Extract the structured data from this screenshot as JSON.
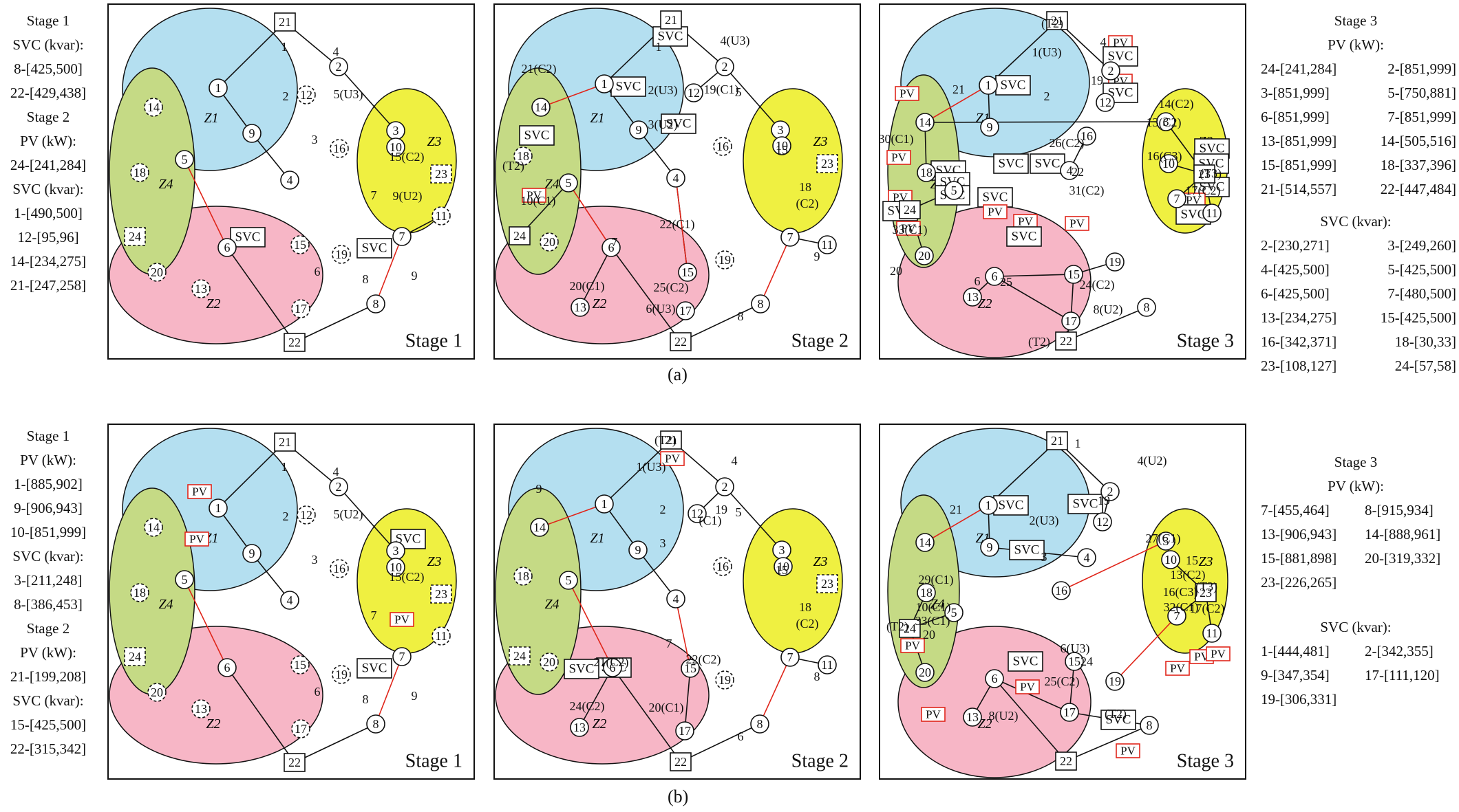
{
  "colors": {
    "Z1": "#b4dff0",
    "Z2": "#f7b6c6",
    "Z3": "#eff041",
    "Z4": "#c5da85",
    "tie_line": "#e0251a",
    "pv_border": "#e0251a",
    "line": "#111111"
  },
  "captions": {
    "a": "(a)",
    "b": "(b)"
  },
  "left_a": [
    "Stage 1",
    "SVC (kvar):",
    "8-[425,500]",
    "22-[429,438]",
    "Stage 2",
    "PV (kW):",
    "24-[241,284]",
    "SVC (kvar):",
    "1-[490,500]",
    "12-[95,96]",
    "14-[234,275]",
    "21-[247,258]"
  ],
  "right_a": {
    "title": "Stage 3",
    "pv_header": "PV (kW):",
    "pv": [
      [
        "24-[241,284]",
        "2-[851,999]"
      ],
      [
        "3-[851,999]",
        "5-[750,881]"
      ],
      [
        "6-[851,999]",
        "7-[851,999]"
      ],
      [
        "13-[851,999]",
        "14-[505,516]"
      ],
      [
        "15-[851,999]",
        "18-[337,396]"
      ],
      [
        "21-[514,557]",
        "22-[447,484]"
      ]
    ],
    "svc_header": "SVC (kvar):",
    "svc": [
      [
        "2-[230,271]",
        "3-[249,260]"
      ],
      [
        "4-[425,500]",
        "5-[425,500]"
      ],
      [
        "6-[425,500]",
        "7-[480,500]"
      ],
      [
        "13-[234,275]",
        "15-[425,500]"
      ],
      [
        "16-[342,371]",
        "18-[30,33]"
      ],
      [
        "23-[108,127]",
        "24-[57,58]"
      ]
    ]
  },
  "left_b": [
    "Stage 1",
    "PV (kW):",
    "1-[885,902]",
    "9-[906,943]",
    "10-[851,999]",
    "SVC (kvar):",
    "3-[211,248]",
    "8-[386,453]",
    "Stage 2",
    "PV (kW):",
    "21-[199,208]",
    "SVC (kvar):",
    "15-[425,500]",
    "22-[315,342]"
  ],
  "right_b": {
    "title": "Stage 3",
    "pv_header": "PV (kW):",
    "pv": [
      [
        "7-[455,464]",
        "8-[915,934]"
      ],
      [
        "13-[906,943]",
        "14-[888,961]"
      ],
      [
        "15-[881,898]",
        "20-[319,332]"
      ],
      [
        "23-[226,265]",
        ""
      ]
    ],
    "svc_header": "SVC (kvar):",
    "svc": [
      [
        "1-[444,481]",
        "2-[342,355]"
      ],
      [
        "9-[347,354]",
        "17-[111,120]"
      ],
      [
        "19-[306,331]",
        ""
      ]
    ]
  },
  "panels": [
    {
      "id": "a1",
      "stage": "Stage 1",
      "zones": [
        "Z1",
        "Z2",
        "Z3",
        "Z4"
      ],
      "nodes": [
        [
          "21",
          "sq"
        ],
        [
          "1",
          "c"
        ],
        [
          "2",
          "c"
        ],
        [
          "9",
          "c"
        ],
        [
          "4",
          "c"
        ],
        [
          "12",
          "d"
        ],
        [
          "16",
          "d"
        ],
        [
          "3",
          "c"
        ],
        [
          "10",
          "c"
        ],
        [
          "23",
          "ds"
        ],
        [
          "7",
          "c"
        ],
        [
          "11",
          "d"
        ],
        [
          "14",
          "d"
        ],
        [
          "18",
          "d"
        ],
        [
          "5",
          "c"
        ],
        [
          "24",
          "ds"
        ],
        [
          "20",
          "d"
        ],
        [
          "6",
          "c"
        ],
        [
          "15",
          "d"
        ],
        [
          "19",
          "d"
        ],
        [
          "13",
          "d"
        ],
        [
          "17",
          "d"
        ],
        [
          "8",
          "c"
        ],
        [
          "22",
          "sq"
        ]
      ],
      "devices": [
        [
          "SVC",
          "svc"
        ],
        [
          "SVC",
          "svc"
        ]
      ],
      "labels": [
        "1",
        "4",
        "2",
        "5(U3)",
        "3",
        "15(C2)",
        "9(U2)",
        "7",
        "6",
        "8",
        "9"
      ]
    },
    {
      "id": "a2",
      "stage": "Stage 2",
      "zones": [
        "Z1",
        "Z2",
        "Z3",
        "Z4"
      ],
      "nodes": [
        [
          "21",
          "sq"
        ],
        [
          "1",
          "c"
        ],
        [
          "2",
          "c"
        ],
        [
          "12",
          "c"
        ],
        [
          "9",
          "c"
        ],
        [
          "4",
          "c"
        ],
        [
          "16",
          "d"
        ],
        [
          "3",
          "c"
        ],
        [
          "10",
          "c"
        ],
        [
          "23",
          "ds"
        ],
        [
          "7",
          "c"
        ],
        [
          "11",
          "c"
        ],
        [
          "14",
          "c"
        ],
        [
          "18",
          "d"
        ],
        [
          "5",
          "c"
        ],
        [
          "24",
          "sq"
        ],
        [
          "20",
          "d"
        ],
        [
          "6",
          "c"
        ],
        [
          "13",
          "c"
        ],
        [
          "15",
          "c"
        ],
        [
          "19",
          "d"
        ],
        [
          "17",
          "c"
        ],
        [
          "8",
          "c"
        ],
        [
          "22",
          "sq"
        ]
      ],
      "devices": [
        [
          "SVC",
          "svc"
        ],
        [
          "SVC",
          "svc"
        ],
        [
          "SVC",
          "svc"
        ],
        [
          "SVC",
          "svc"
        ],
        [
          "PV",
          "pv"
        ]
      ],
      "labels": [
        "1",
        "4(U3)",
        "19(C1)",
        "2(U3)",
        "3(U2)",
        "5",
        "15",
        "18",
        "(C2)",
        "9",
        "21(C2)",
        "(T2)",
        "10(C1)",
        "7",
        "22(C1)",
        "20(C1)",
        "25(C2)",
        "6(U3)",
        "8"
      ]
    },
    {
      "id": "a3",
      "stage": "Stage 3",
      "zones": [
        "Z1",
        "Z2",
        "Z3",
        "Z4"
      ],
      "nodes": [
        [
          "21",
          "sq"
        ],
        [
          "1",
          "c"
        ],
        [
          "2",
          "c"
        ],
        [
          "12",
          "c"
        ],
        [
          "9",
          "c"
        ],
        [
          "16",
          "c"
        ],
        [
          "4",
          "c"
        ],
        [
          "3",
          "c"
        ],
        [
          "10",
          "c"
        ],
        [
          "23",
          "sq"
        ],
        [
          "7",
          "c"
        ],
        [
          "11",
          "c"
        ],
        [
          "14",
          "c"
        ],
        [
          "18",
          "c"
        ],
        [
          "5",
          "c"
        ],
        [
          "24",
          "sq"
        ],
        [
          "20",
          "c"
        ],
        [
          "6",
          "c"
        ],
        [
          "13",
          "c"
        ],
        [
          "15",
          "c"
        ],
        [
          "19",
          "c"
        ],
        [
          "17",
          "c"
        ],
        [
          "8",
          "c"
        ],
        [
          "22",
          "sq"
        ]
      ],
      "devices": [
        [
          "SVC",
          "svc"
        ],
        [
          "PV",
          "pv"
        ],
        [
          "SVC",
          "svc"
        ],
        [
          "PV",
          "pv"
        ],
        [
          "SVC",
          "svc"
        ],
        [
          "SVC",
          "svc"
        ],
        [
          "SVC",
          "svc"
        ],
        [
          "SVC",
          "svc"
        ],
        [
          "SVC",
          "svc"
        ],
        [
          "SVC",
          "svc"
        ],
        [
          "PV",
          "pv"
        ],
        [
          "SVC",
          "svc"
        ],
        [
          "PV",
          "pv"
        ],
        [
          "PV",
          "pv"
        ],
        [
          "SVC",
          "svc"
        ],
        [
          "PV",
          "pv"
        ],
        [
          "SVC",
          "svc"
        ],
        [
          "SVC",
          "svc"
        ],
        [
          "PV",
          "pv"
        ],
        [
          "SVC",
          "svc"
        ],
        [
          "PV",
          "pv"
        ],
        [
          "SVC",
          "svc"
        ],
        [
          "PV",
          "pv"
        ],
        [
          "PV",
          "pv"
        ],
        [
          "SVC",
          "svc"
        ],
        [
          "PV",
          "pv"
        ]
      ],
      "labels": [
        "(T2)",
        "4",
        "1(U3)",
        "19",
        "2",
        "26(C2)",
        "14(C2)",
        "13(C2)",
        "16(C3)",
        "(T3)",
        "17(C2)",
        "21",
        "30(C1)",
        "33(C1)",
        "22",
        "31(C2)",
        "20",
        "6",
        "25",
        "24(C2)",
        "8(U2)",
        "(T2)"
      ]
    },
    {
      "id": "b1",
      "stage": "Stage 1",
      "zones": [
        "Z1",
        "Z2",
        "Z3",
        "Z4"
      ],
      "nodes": [
        [
          "21",
          "sq"
        ],
        [
          "1",
          "c"
        ],
        [
          "2",
          "c"
        ],
        [
          "9",
          "c"
        ],
        [
          "4",
          "c"
        ],
        [
          "12",
          "d"
        ],
        [
          "16",
          "d"
        ],
        [
          "3",
          "c"
        ],
        [
          "10",
          "c"
        ],
        [
          "23",
          "ds"
        ],
        [
          "7",
          "c"
        ],
        [
          "11",
          "d"
        ],
        [
          "14",
          "d"
        ],
        [
          "18",
          "d"
        ],
        [
          "5",
          "c"
        ],
        [
          "24",
          "ds"
        ],
        [
          "20",
          "d"
        ],
        [
          "6",
          "c"
        ],
        [
          "15",
          "d"
        ],
        [
          "19",
          "d"
        ],
        [
          "13",
          "d"
        ],
        [
          "17",
          "d"
        ],
        [
          "8",
          "c"
        ],
        [
          "22",
          "sq"
        ]
      ],
      "devices": [
        [
          "PV",
          "pv"
        ],
        [
          "PV",
          "pv"
        ],
        [
          "SVC",
          "svc"
        ],
        [
          "PV",
          "pv"
        ],
        [
          "SVC",
          "svc"
        ]
      ],
      "labels": [
        "1",
        "4",
        "2",
        "5(U2)",
        "3",
        "15(C2)",
        "7",
        "6",
        "8",
        "9"
      ]
    },
    {
      "id": "b2",
      "stage": "Stage 2",
      "zones": [
        "Z1",
        "Z2",
        "Z3",
        "Z4"
      ],
      "nodes": [
        [
          "21",
          "sq"
        ],
        [
          "1",
          "c"
        ],
        [
          "2",
          "c"
        ],
        [
          "12",
          "c"
        ],
        [
          "9",
          "c"
        ],
        [
          "4",
          "c"
        ],
        [
          "16",
          "d"
        ],
        [
          "3",
          "c"
        ],
        [
          "10",
          "c"
        ],
        [
          "23",
          "ds"
        ],
        [
          "7",
          "c"
        ],
        [
          "11",
          "c"
        ],
        [
          "14",
          "c"
        ],
        [
          "18",
          "d"
        ],
        [
          "5",
          "c"
        ],
        [
          "24",
          "ds"
        ],
        [
          "20",
          "d"
        ],
        [
          "6",
          "c"
        ],
        [
          "13",
          "c"
        ],
        [
          "15",
          "c"
        ],
        [
          "19",
          "d"
        ],
        [
          "17",
          "c"
        ],
        [
          "8",
          "c"
        ],
        [
          "22",
          "sq"
        ]
      ],
      "devices": [
        [
          "PV",
          "pv"
        ],
        [
          "SVC",
          "svc"
        ],
        [
          "SVC",
          "svc"
        ]
      ],
      "labels": [
        "(T2)",
        "1(U3)",
        "4",
        "19",
        "(C1)",
        "2",
        "3",
        "5",
        "15",
        "18",
        "(C2)",
        "9",
        "21(C2)",
        "7",
        "22(C2)",
        "24(C2)",
        "20(C1)",
        "6",
        "8"
      ]
    },
    {
      "id": "b3",
      "stage": "Stage 3",
      "zones": [
        "Z1",
        "Z2",
        "Z3",
        "Z4"
      ],
      "nodes": [
        [
          "21",
          "sq"
        ],
        [
          "1",
          "c"
        ],
        [
          "2",
          "c"
        ],
        [
          "12",
          "c"
        ],
        [
          "9",
          "c"
        ],
        [
          "4",
          "c"
        ],
        [
          "16",
          "c"
        ],
        [
          "3",
          "c"
        ],
        [
          "10",
          "c"
        ],
        [
          "23",
          "sq"
        ],
        [
          "7",
          "c"
        ],
        [
          "11",
          "c"
        ],
        [
          "14",
          "c"
        ],
        [
          "18",
          "c"
        ],
        [
          "5",
          "c"
        ],
        [
          "24",
          "sq"
        ],
        [
          "20",
          "c"
        ],
        [
          "6",
          "c"
        ],
        [
          "13",
          "c"
        ],
        [
          "15",
          "c"
        ],
        [
          "19",
          "c"
        ],
        [
          "17",
          "c"
        ],
        [
          "8",
          "c"
        ],
        [
          "22",
          "sq"
        ]
      ],
      "devices": [
        [
          "SVC",
          "svc"
        ],
        [
          "SVC",
          "svc"
        ],
        [
          "SVC",
          "svc"
        ],
        [
          "PV",
          "pv"
        ],
        [
          "PV",
          "pv"
        ],
        [
          "PV",
          "pv"
        ],
        [
          "PV",
          "pv"
        ],
        [
          "SVC",
          "svc"
        ],
        [
          "PV",
          "pv"
        ],
        [
          "PV",
          "pv"
        ],
        [
          "SVC",
          "svc"
        ],
        [
          "PV",
          "pv"
        ]
      ],
      "labels": [
        "1",
        "4(U2)",
        "19",
        "27(C1)",
        "2(U3)",
        "3",
        "21",
        "15",
        "13(C2)",
        "16(C3)",
        "(T3)",
        "32(C1)",
        "17(C2)",
        "(T2)",
        "29(C1)",
        "10(C1)",
        "33(C1)",
        "20",
        "24",
        "25(C2)",
        "6(U3)",
        "8(U2)",
        "(T2)"
      ]
    }
  ]
}
